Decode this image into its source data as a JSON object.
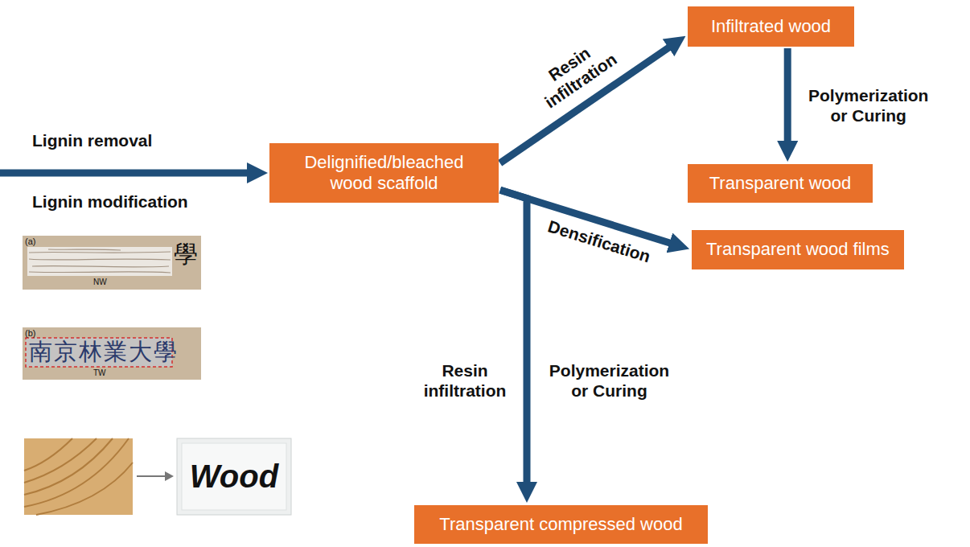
{
  "diagram": {
    "nodes": [
      {
        "text": [
          "Delignified/bleached wood scaffold"
        ]
      },
      {
        "text": [
          "Infiltrated wood"
        ]
      },
      {
        "text": [
          "Transparent wood"
        ]
      },
      {
        "text": [
          "Transparent wood films"
        ]
      },
      {
        "text": [
          "Transparent compressed wood"
        ]
      }
    ],
    "edges": [
      {
        "from": 0,
        "to": 1,
        "arrow": "to",
        "label": "Resin infiltration"
      },
      {
        "from": 1,
        "to": 2,
        "arrow": "to",
        "label": "Polymerization or Curing"
      },
      {
        "from": 0,
        "to": 3,
        "arrow": "to",
        "label": "Densification"
      },
      {
        "from": 0,
        "to": 4,
        "arrow": "to"
      }
    ],
    "labels": [
      "Lignin removal",
      "Lignin modification",
      "(a)",
      "學",
      "NW",
      "(b)",
      "南京林業大學",
      "TW",
      "Wood",
      "Resin infiltration",
      "Polymerization or Curing"
    ]
  }
}
